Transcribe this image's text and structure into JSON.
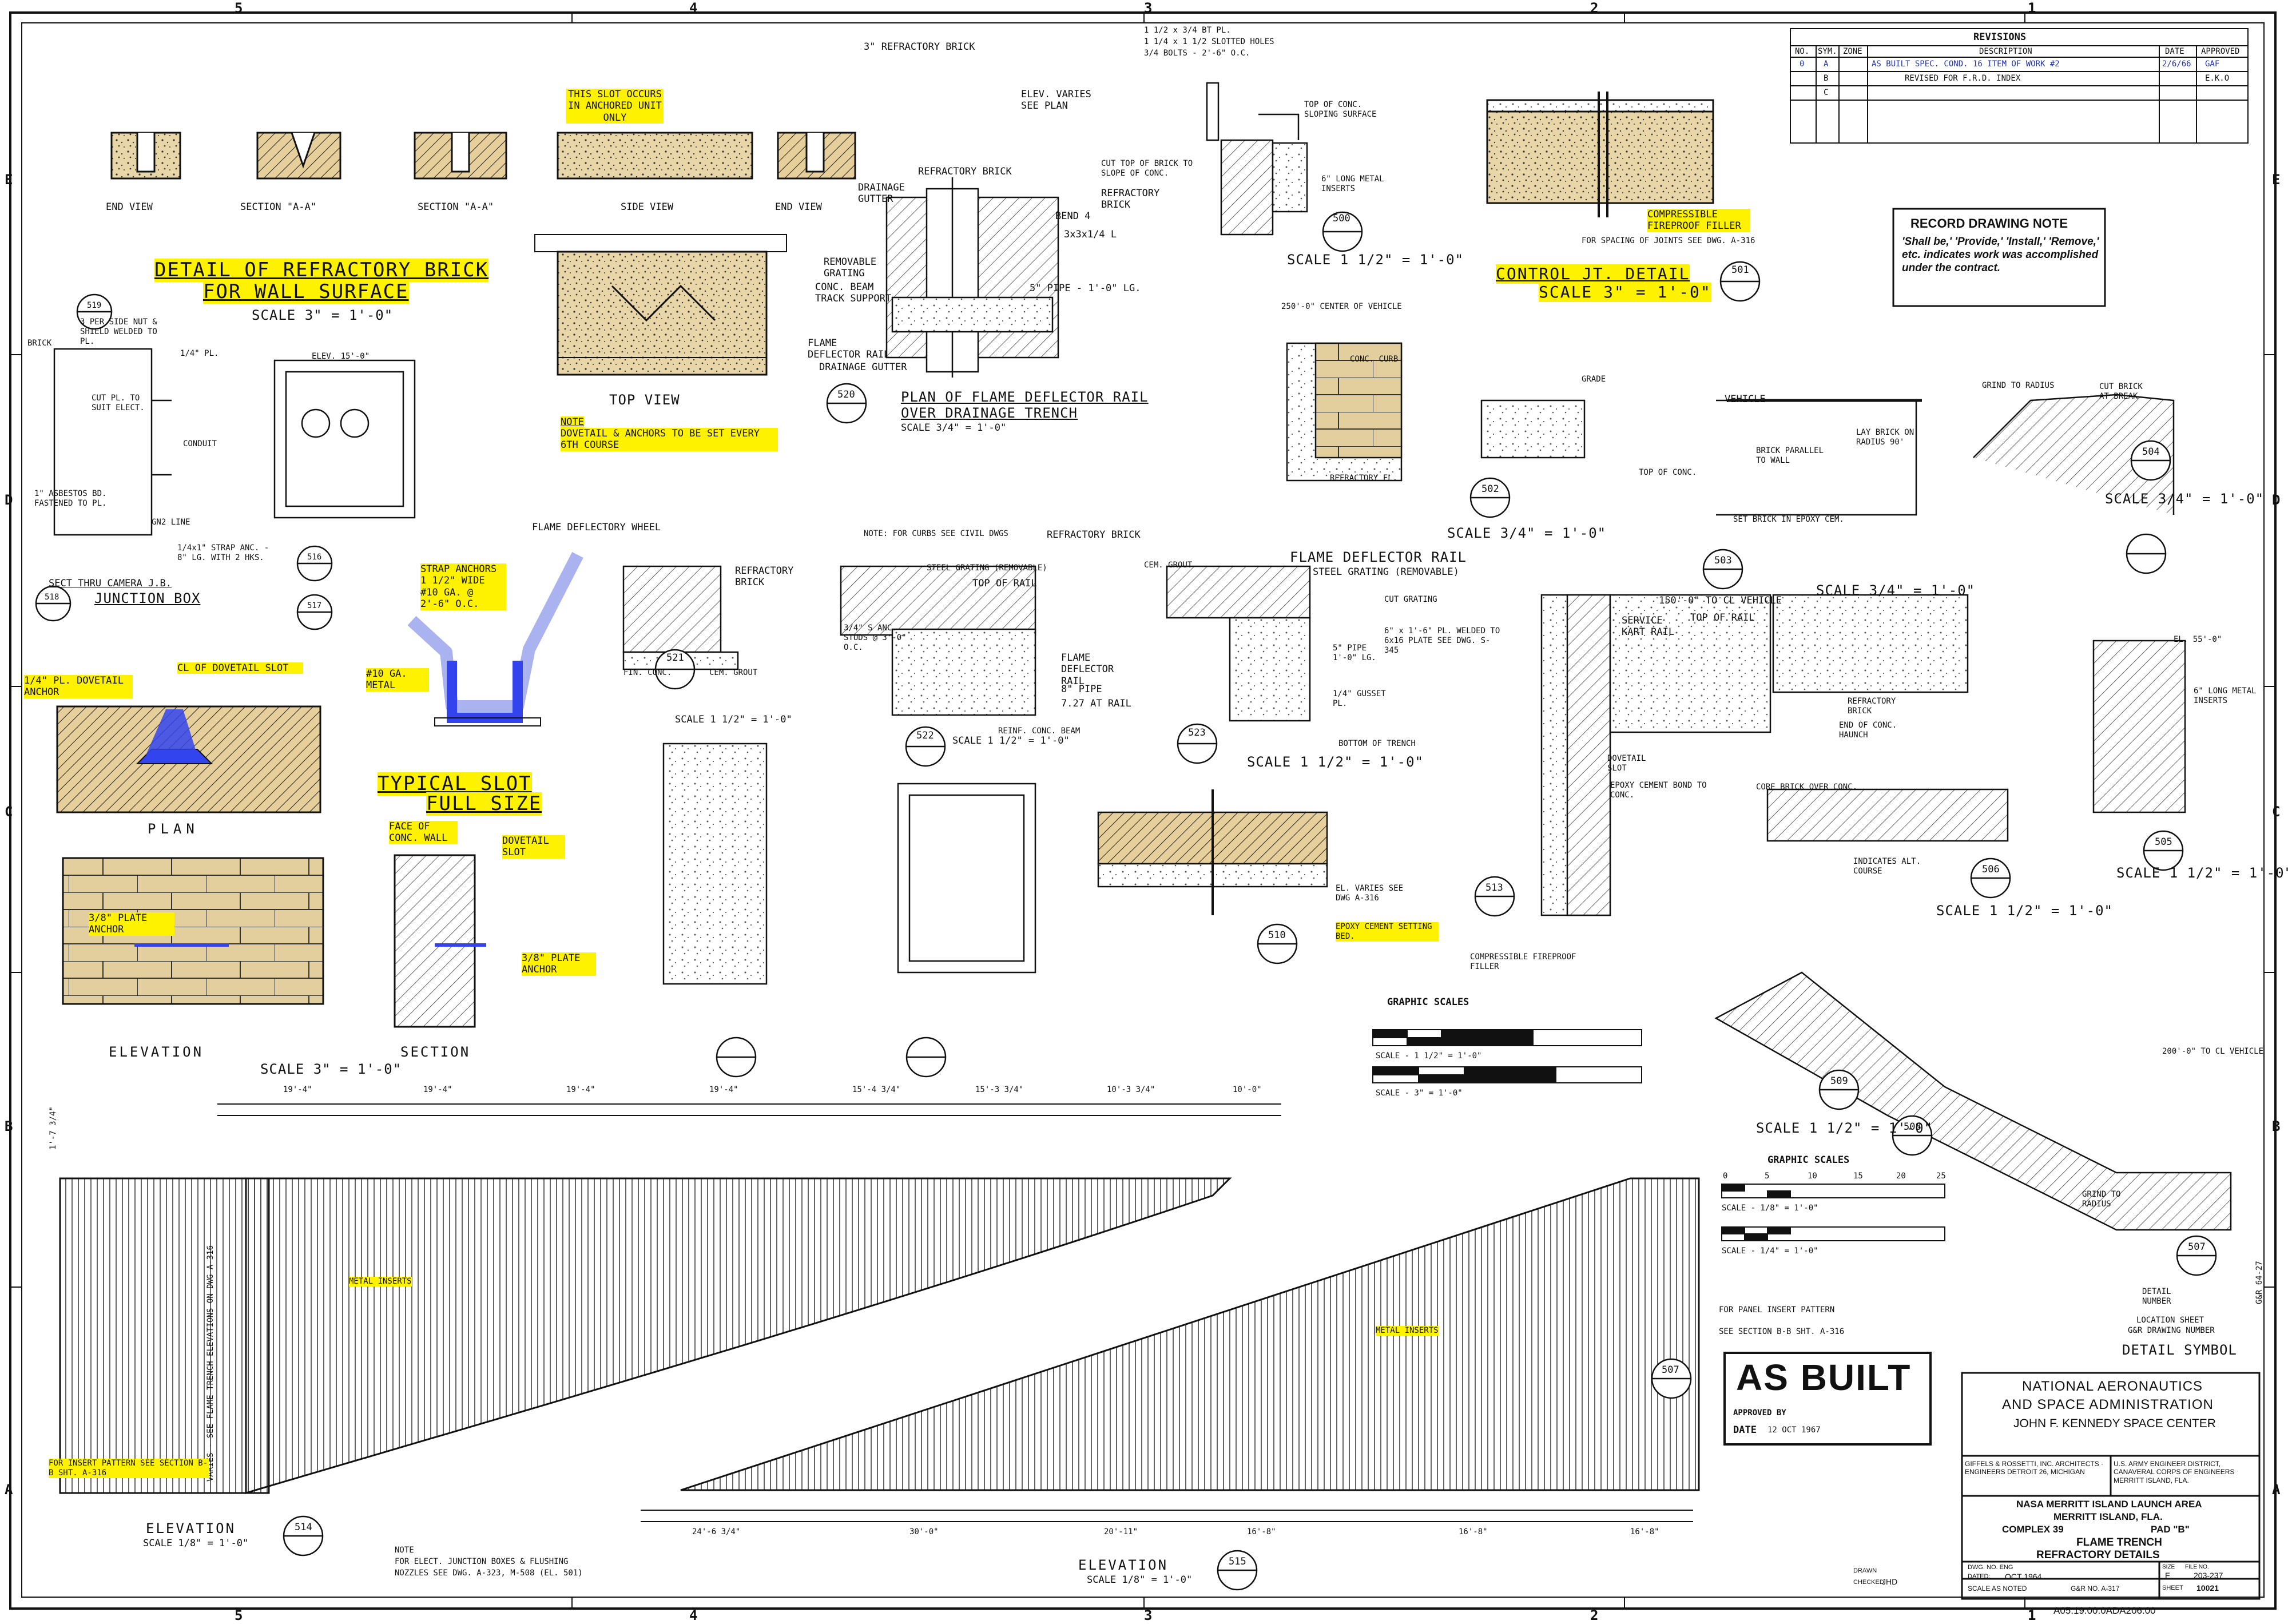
{
  "border": {
    "columns_top": [
      "5",
      "4",
      "3",
      "2",
      "1"
    ],
    "columns_bottom": [
      "5",
      "4",
      "3",
      "2",
      "1"
    ],
    "rows_left": [
      "E",
      "D",
      "C",
      "B",
      "A"
    ],
    "rows_right": [
      "E",
      "D",
      "C",
      "B",
      "A"
    ],
    "margin_code": "G&R 64-27"
  },
  "revisions": {
    "title": "REVISIONS",
    "headers": [
      "NO.",
      "SYM.",
      "ZONE",
      "DESCRIPTION",
      "DATE",
      "APPROVED"
    ],
    "rows": [
      {
        "no": "0",
        "sym": "A",
        "desc": "AS BUILT SPEC. COND. 16 ITEM OF WORK #2",
        "date": "2/6/66",
        "appr": "GAF"
      },
      {
        "no": "",
        "sym": "B",
        "desc": "REVISED FOR F.R.D. INDEX",
        "date": "",
        "appr": "E.K.O"
      },
      {
        "no": "",
        "sym": "C",
        "desc": "",
        "date": "",
        "appr": ""
      }
    ]
  },
  "record_note": {
    "title": "RECORD DRAWING NOTE",
    "body": "'Shall be,' 'Provide,' 'Install,' 'Remove,' etc. indicates work was accomplished under the contract."
  },
  "refractory_brick": {
    "title_line1": "DETAIL OF REFRACTORY BRICK",
    "title_line2": "FOR WALL SURFACE",
    "scale": "SCALE 3\" = 1'-0\"",
    "views": [
      "END VIEW",
      "SECTION \"A-A\"",
      "SECTION \"A-A\"",
      "SIDE VIEW",
      "END VIEW",
      "TOP VIEW"
    ],
    "slot_note": "THIS SLOT OCCURS IN ANCHORED UNIT ONLY",
    "dovetail_note_title": "NOTE",
    "dovetail_note": "DOVETAIL & ANCHORS TO BE SET EVERY 6TH COURSE",
    "ref": "520"
  },
  "junction_box": {
    "title": "SECT THRU CAMERA J.B.",
    "subtitle": "JUNCTION BOX",
    "labels": [
      "BRICK",
      "3 PER SIDE NUT & SHIELD WELDED TO PL.",
      "1/4\" PL.",
      "CUT PL. TO SUIT ELECT.",
      "CONDUIT",
      "1\" ASBESTOS BD. FASTENED TO PL.",
      "GN2 LINE",
      "1/4x1\" STRAP ANC. - 8\" LG. WITH 2 HKS.",
      "ELEV. 15'-0\""
    ],
    "refs": [
      "518",
      "519",
      "516",
      "517"
    ]
  },
  "plan_detail": {
    "labels": [
      "1/4\" PL. DOVETAIL ANCHOR",
      "CL OF DOVETAIL SLOT",
      "PLAN",
      "3/8\" PLATE ANCHOR",
      "ELEVATION",
      "SCALE 3\" = 1'-0\"",
      "SECTION"
    ]
  },
  "typical_slot": {
    "title_line1": "TYPICAL SLOT",
    "title_line2": "FULL SIZE",
    "labels": [
      "STRAP ANCHORS 1 1/2\" WIDE #10 GA. @ 2'-6\" O.C.",
      "#10 GA. METAL"
    ],
    "section_labels": [
      "FACE OF CONC. WALL",
      "DOVETAIL SLOT",
      "3/8\" PLATE ANCHOR"
    ]
  },
  "drainage": {
    "title_line1": "PLAN OF FLAME DEFLECTOR RAIL",
    "title_line2": "OVER DRAINAGE TRENCH",
    "scale": "SCALE 3/4\" = 1'-0\"",
    "labels": [
      "3\" REFRACTORY BRICK",
      "ELEV. VARIES SEE PLAN",
      "REFRACTORY BRICK",
      "DRAINAGE GUTTER",
      "REMOVABLE GRATING",
      "CONC. BEAM TRACK SUPPORT",
      "FLAME DEFLECTOR RAIL",
      "DRAINAGE GUTTER",
      "BEND 4",
      "3x3x1/4 L",
      "5\" PIPE - 1'-0\" LG."
    ]
  },
  "rail_section": {
    "labels": [
      "1 1/2 x 3/4 BT PL.",
      "1 1/4 x 1 1/2 SLOTTED HOLES",
      "3/4 BOLTS - 2'-6\" O.C.",
      "TOP OF CONC. SLOPING SURFACE",
      "CUT TOP OF BRICK TO SLOPE OF CONC.",
      "REFRACTORY BRICK",
      "6\" LONG METAL INSERTS",
      "SCALE 1 1/2\" = 1'-0\""
    ],
    "ref": "500"
  },
  "control_joint": {
    "title": "CONTROL JT. DETAIL",
    "scale": "SCALE 3\" = 1'-0\"",
    "labels": [
      "COMPRESSIBLE FIREPROOF FILLER",
      "FOR SPACING OF JOINTS SEE DWG. A-316"
    ],
    "ref": "501"
  },
  "flame_wheel": {
    "labels": [
      "FLAME DEFLECTORY WHEEL",
      "REFRACTORY BRICK",
      "FIN. CONC.",
      "CEM. GROUT",
      "SCALE 1 1/2\" = 1'-0\""
    ],
    "ref": "521"
  },
  "rail_detail": {
    "labels": [
      "NOTE: FOR CURBS SEE CIVIL DWGS",
      "REFRACTORY BRICK",
      "STEEL GRATING (REMOVABLE)",
      "TOP OF RAIL",
      "3/4\" S ANC. STUDS @ 3'-0\" O.C.",
      "FLAME DEFLECTOR RAIL",
      "8\" PIPE",
      "7.27 AT RAIL",
      "REINF. CONC. BEAM",
      "CEM. GROUT",
      "SCALE 1 1/2\" = 1'-0\""
    ],
    "refs": [
      "522",
      "523"
    ]
  },
  "flame_rail": {
    "labels": [
      "FLAME DEFLECTOR RAIL",
      "STEEL GRATING (REMOVABLE)",
      "CUT GRATING",
      "5\" PIPE 1'-0\" LG.",
      "1/4\" GUSSET PL.",
      "BOTTOM OF TRENCH",
      "6\" x 1'-6\" PL. WELDED TO 6x16 PLATE SEE DWG. S-345"
    ]
  },
  "vehicle_area": {
    "labels": [
      "150'-0\" TO CL VEHICLE",
      "SERVICE KART RAIL",
      "TOP OF RAIL",
      "EPOXY CEMENT BOND TO CONC.",
      "DOVETAIL SLOT",
      "COMPRESSIBLE FIREPROOF FILLER",
      "EL. VARIES SEE DWG A-316",
      "EPOXY CEMENT SETTING BED."
    ],
    "refs": [
      "513",
      "510"
    ]
  },
  "misc_details": {
    "labels": [
      "VEHICLE",
      "BRICK PARALLEL TO WALL",
      "LAY BRICK ON RADIUS 90'",
      "GRIND TO RADIUS",
      "CUT BRICK AT BREAK",
      "TOP OF CONC.",
      "SET BRICK IN EPOXY CEM.",
      "REFRACTORY BRICK",
      "END OF CONC. HAUNCH",
      "CORE BRICK OVER CONC.",
      "INDICATES ALT. COURSE",
      "6\" LONG METAL INSERTS",
      "EL. 55'-0\"",
      "GRADE",
      "REFRACTORY FL.",
      "CONC. CURB",
      "250'-0\" CENTER OF VEHICLE",
      "200'-0\" TO CL VEHICLE",
      "GRIND TO RADIUS"
    ],
    "refs": [
      "502",
      "503",
      "504",
      "505",
      "506",
      "507",
      "508",
      "509"
    ],
    "scales": [
      "SCALE 3/4\" = 1'-0\"",
      "SCALE 3/4\" = 1'-0\"",
      "SCALE 3/4\" = 1'-0\"",
      "SCALE 1 1/2\" = 1'-0\"",
      "SCALE 1 1/2\" = 1'-0\"",
      "SCALE 1 1/2\" = 1'-0\"",
      "SCALE 1 1/2\" = 1'-0\""
    ]
  },
  "graphic_scales": {
    "title": "GRAPHIC SCALES",
    "scale_labels": [
      "SCALE - 1 1/2\" = 1'-0\"",
      "SCALE - 3\" = 1'-0\""
    ],
    "title2": "GRAPHIC SCALES",
    "ticks2": [
      "0",
      "5",
      "10",
      "15",
      "20",
      "25"
    ],
    "scale_labels2": [
      "SCALE - 1/8\" = 1'-0\"",
      "SCALE - 1/4\" = 1'-0\""
    ]
  },
  "detail_symbol": {
    "labels": [
      "DETAIL NUMBER",
      "LOCATION SHEET",
      "G&R DRAWING NUMBER",
      "DETAIL SYMBOL"
    ],
    "ref": "507"
  },
  "elevations": {
    "left_title": "ELEVATION",
    "left_scale": "SCALE 1/8\" = 1'-0\"",
    "left_ref": "514",
    "right_title": "ELEVATION",
    "right_scale": "SCALE 1/8\" = 1'-0\"",
    "right_ref": "515",
    "inserts_label": "METAL INSERTS",
    "side_note": "VARIES - SEE FLAME TRENCH ELEVATIONS ON DWG A-316",
    "insert_pattern": "FOR INSERT PATTERN SEE SECTION B-B SHT. A-316",
    "panel_note_line1": "FOR PANEL INSERT PATTERN",
    "panel_note_line2": "SEE SECTION B-B SHT. A-316",
    "top_dims": [
      "19'-4\"",
      "19'-4\"",
      "19'-4\"",
      "19'-4\"",
      "15'-4 3/4\"",
      "15'-3 3/4\"",
      "10'-3 3/4\"",
      "10'-0\""
    ],
    "bottom_dims": [
      "24'-6 3/4\"",
      "30'-0\"",
      "20'-11\"",
      "16'-8\"",
      "16'-8\"",
      "16'-8\""
    ],
    "note_line1": "NOTE",
    "note_line2": "FOR ELECT. JUNCTION BOXES & FLUSHING",
    "note_line3": "NOZZLES SEE DWG. A-323, M-508 (EL. 501)",
    "left_height": "1'-7 3/4\""
  },
  "as_built": {
    "stamp": "AS BUILT",
    "approved_label": "APPROVED BY",
    "date_label": "DATE",
    "date_value": "12 OCT 1967"
  },
  "title_block": {
    "agency_line1": "NATIONAL AERONAUTICS",
    "agency_line2": "AND SPACE ADMINISTRATION",
    "agency_line3": "JOHN F. KENNEDY SPACE CENTER",
    "firm": "GIFFELS & ROSSETTI, INC. ARCHITECTS · ENGINEERS DETROIT 26, MICHIGAN",
    "corps": "U.S. ARMY ENGINEER DISTRICT, CANAVERAL CORPS OF ENGINEERS MERRITT ISLAND, FLA.",
    "project_line1": "NASA MERRITT ISLAND LAUNCH AREA",
    "project_line2": "MERRITT ISLAND, FLA.",
    "complex": "COMPLEX 39",
    "pad": "PAD \"B\"",
    "sheet_title_line1": "FLAME TRENCH",
    "sheet_title_line2": "REFRACTORY DETAILS",
    "drawn": "DRAWN",
    "checked": "CHECKED",
    "checked_by": "JHD",
    "dwg_no_label": "DWG. NO. ENG",
    "dated_label": "DATED:",
    "dated": "OCT 1964",
    "scale_label": "SCALE AS NOTED",
    "gr_no": "G&R NO. A-317",
    "size_label": "SIZE",
    "size": "F",
    "file_no_label": "FILE NO.",
    "file_no": "203-237",
    "sheet_label": "SHEET",
    "sheet": "10021",
    "footer_code": "A05.19.00.0ADA206.00"
  }
}
